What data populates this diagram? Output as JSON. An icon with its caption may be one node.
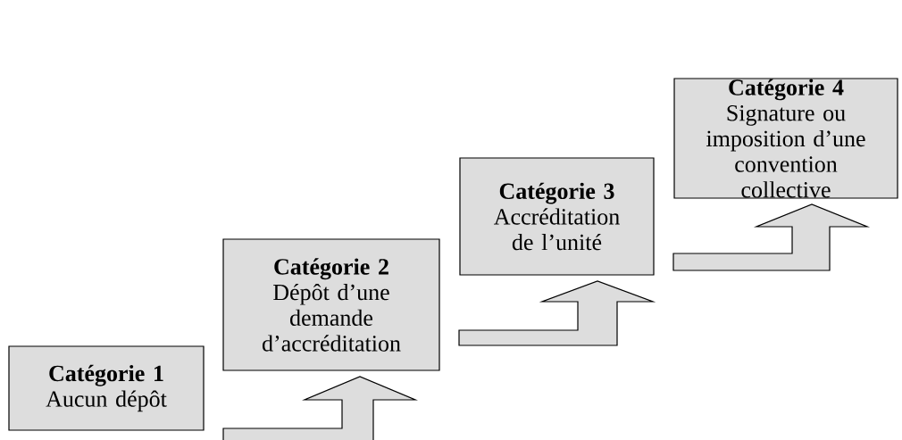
{
  "diagram": {
    "nodes": [
      {
        "text": [
          "Catégorie 1",
          "Aucun dépôt"
        ]
      },
      {
        "text": [
          "Catégorie 2",
          "Dépôt d’une demande d’accréditation"
        ]
      },
      {
        "text": [
          "Catégorie 3",
          "Accréditation de l’unité"
        ]
      },
      {
        "text": [
          "Catégorie 4",
          "Signature ou imposition d’une convention collective"
        ]
      }
    ],
    "edges": [
      {
        "from": 0,
        "to": 1,
        "arrow": "to"
      },
      {
        "from": 1,
        "to": 2,
        "arrow": "to"
      },
      {
        "from": 2,
        "to": 3,
        "arrow": "to"
      }
    ]
  }
}
